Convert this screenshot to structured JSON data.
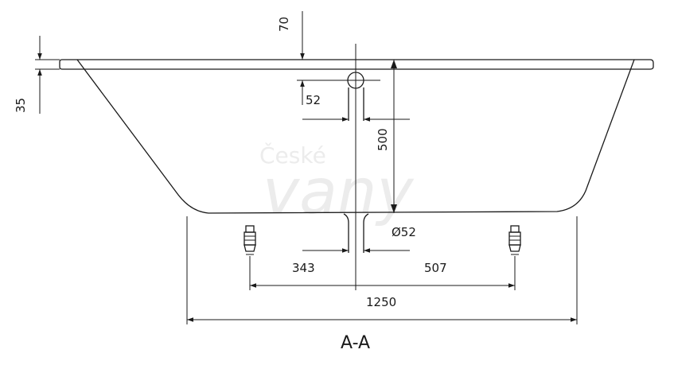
{
  "watermark": {
    "line1": "České",
    "line2": "vany"
  },
  "dimensions": {
    "rim_height": "70",
    "rim_thickness": "35",
    "overflow_diameter": "52",
    "depth": "500",
    "drain_diameter": "Ø52",
    "left_offset": "343",
    "right_offset": "507",
    "total_width": "1250"
  },
  "section_label": "A-A"
}
